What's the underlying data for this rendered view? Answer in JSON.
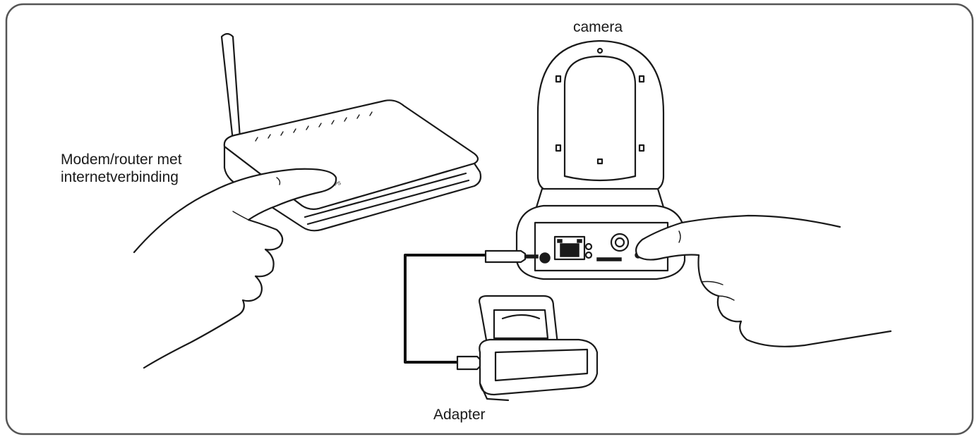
{
  "labels": {
    "modem_line1": "Modem/router met",
    "modem_line2": "internetverbinding",
    "camera": "camera",
    "adapter": "Adapter"
  },
  "device_marks": {
    "wps": "WPS"
  }
}
